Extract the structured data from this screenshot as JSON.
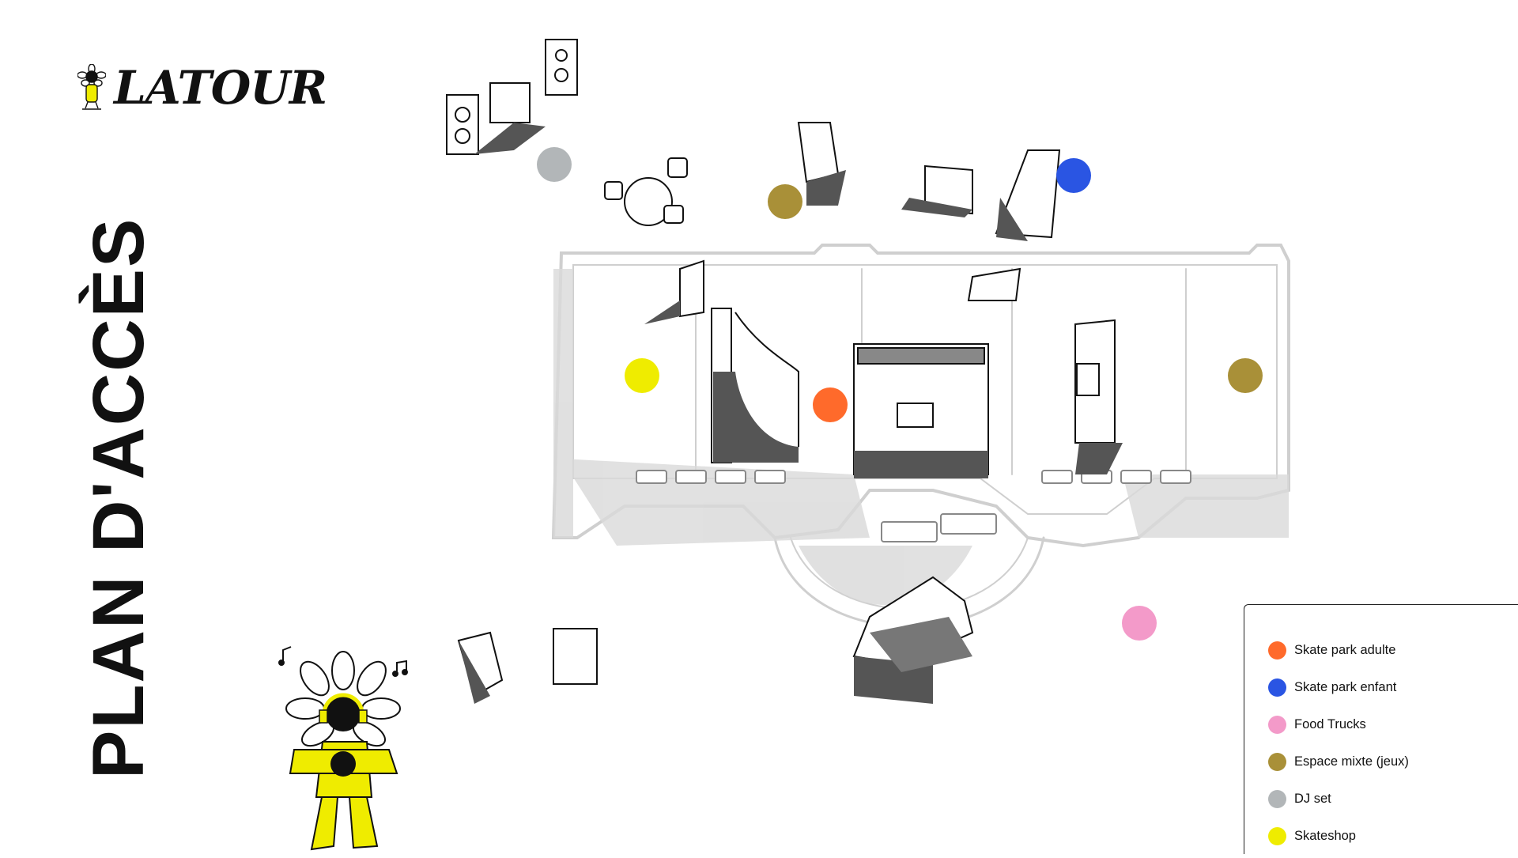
{
  "brand": {
    "name": "LATOUR"
  },
  "page_title": "PLAN D'ACCÈS",
  "colors": {
    "orange": "#ff6a2b",
    "blue": "#2a55e3",
    "pink": "#f39ac9",
    "olive": "#a99038",
    "grey": "#b2b6b8",
    "yellow": "#efec00"
  },
  "legend": [
    {
      "label": "Skate park adulte",
      "color": "#ff6a2b",
      "icon": "orange-dot"
    },
    {
      "label": "Skate park enfant",
      "color": "#2a55e3",
      "icon": "blue-dot"
    },
    {
      "label": "Food Trucks",
      "color": "#f39ac9",
      "icon": "pink-dot"
    },
    {
      "label": "Espace mixte (jeux)",
      "color": "#a99038",
      "icon": "olive-dot"
    },
    {
      "label": "DJ set",
      "color": "#b2b6b8",
      "icon": "grey-dot"
    },
    {
      "label": "Skateshop",
      "color": "#efec00",
      "icon": "yellow-dot"
    }
  ],
  "map_markers": [
    {
      "category": "DJ set",
      "color": "#b2b6b8"
    },
    {
      "category": "Espace mixte (jeux)",
      "color": "#a99038"
    },
    {
      "category": "Skate park enfant",
      "color": "#2a55e3"
    },
    {
      "category": "Skateshop",
      "color": "#efec00"
    },
    {
      "category": "Skate park adulte",
      "color": "#ff6a2b"
    },
    {
      "category": "Espace mixte (jeux)",
      "color": "#a99038"
    },
    {
      "category": "Food Trucks",
      "color": "#f39ac9"
    }
  ]
}
